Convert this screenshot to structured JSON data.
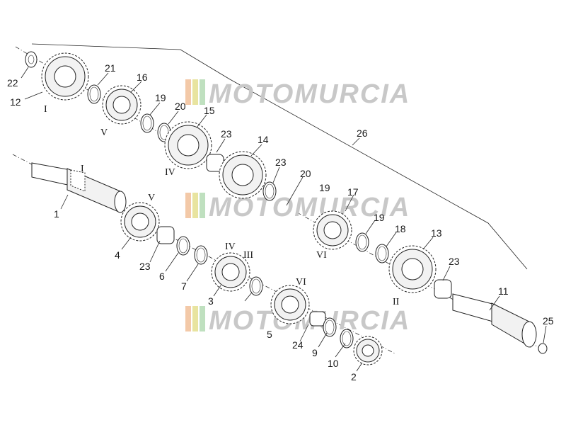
{
  "watermark": {
    "text": "MOTOMURCIA"
  },
  "part_numbers": {
    "p1": "1",
    "p2": "2",
    "p3": "3",
    "p4": "4",
    "p5": "5",
    "p6": "6",
    "p7": "7",
    "p9": "9",
    "p10": "10",
    "p11": "11",
    "p12": "12",
    "p13": "13",
    "p14": "14",
    "p15": "15",
    "p16": "16",
    "p17": "17",
    "p18": "18",
    "p19a": "19",
    "p19b": "19",
    "p19c": "19",
    "p20a": "20",
    "p20b": "20",
    "p21": "21",
    "p22": "22",
    "p23a": "23",
    "p23b": "23",
    "p23c": "23",
    "p23d": "23",
    "p24": "24",
    "p25": "25",
    "p26": "26"
  },
  "gear_numerals": {
    "g12": "I",
    "g16": "V",
    "g15": "IV",
    "g1": "I",
    "g4": "V",
    "g3a": "IV",
    "g3b": "III",
    "g5": "VI",
    "g17": "VI",
    "g13": "II"
  }
}
